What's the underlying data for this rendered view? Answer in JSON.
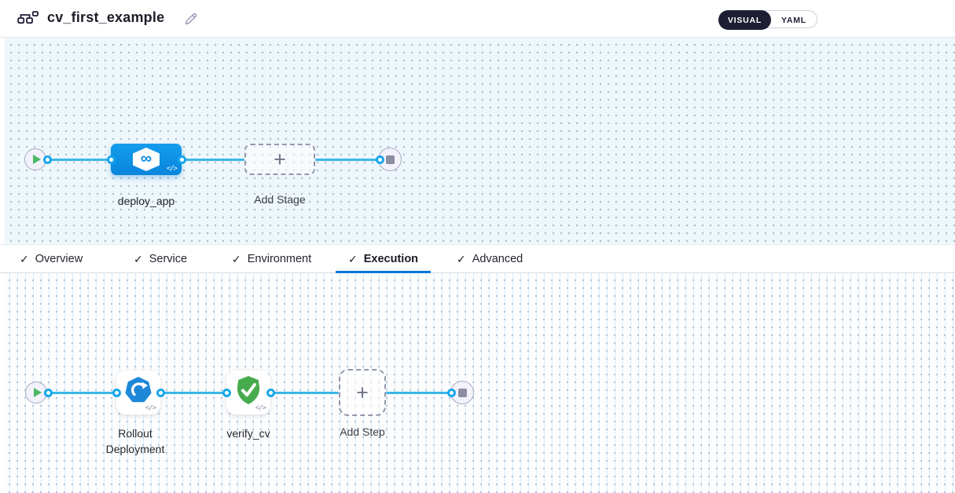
{
  "header": {
    "title": "cv_first_example",
    "mode_toggle": {
      "options": [
        "VISUAL",
        "YAML"
      ],
      "selected": "VISUAL"
    }
  },
  "icons": {
    "code_badge": "</>",
    "plus": "+",
    "check": "✓",
    "infinity": "∞"
  },
  "colors": {
    "accent_blue": "#0278d5",
    "stage_blue": "#0b90e2",
    "edge_blue": "#3cb5e9",
    "rollout_blue": "#1e88d8",
    "success_green": "#47ab4d",
    "play_green": "#4cb964",
    "dark_navy": "#1d1d33",
    "canvas_top_bg": "#eef7fb",
    "canvas_bottom_bg": "#fdfdfe"
  },
  "stage_graph": {
    "nodes": [
      {
        "type": "start"
      },
      {
        "type": "stage",
        "label": "deploy_app",
        "icon": "cd-infinity-hexagon"
      },
      {
        "type": "add-stage",
        "label": "Add Stage"
      },
      {
        "type": "end"
      }
    ]
  },
  "tabs": {
    "active": "Execution",
    "items": [
      {
        "label": "Overview",
        "checked": true
      },
      {
        "label": "Service",
        "checked": true
      },
      {
        "label": "Environment",
        "checked": true
      },
      {
        "label": "Execution",
        "checked": true
      },
      {
        "label": "Advanced",
        "checked": true
      }
    ]
  },
  "execution_graph": {
    "nodes": [
      {
        "type": "start"
      },
      {
        "type": "step",
        "label": "Rollout Deployment",
        "icon": "kubernetes-rollout"
      },
      {
        "type": "step",
        "label": "verify_cv",
        "icon": "shield-check"
      },
      {
        "type": "add-step",
        "label": "Add Step"
      },
      {
        "type": "end"
      }
    ]
  }
}
